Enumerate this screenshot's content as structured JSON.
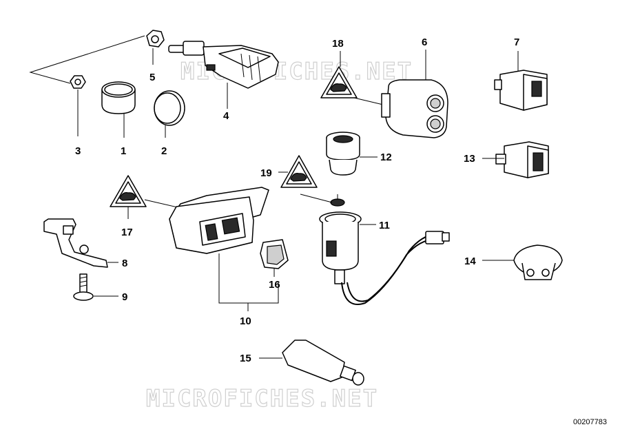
{
  "watermark": {
    "top": "MICROFICHES.NET",
    "bottom": "MICROFICHES.NET"
  },
  "diagram_ref": "00207783",
  "callouts": {
    "c1": "1",
    "c2": "2",
    "c3": "3",
    "c4": "4",
    "c5": "5",
    "c6": "6",
    "c7": "7",
    "c8": "8",
    "c9": "9",
    "c10": "10",
    "c11": "11",
    "c12": "12",
    "c13": "13",
    "c14": "14",
    "c15": "15",
    "c16": "16",
    "c17": "17",
    "c18": "18",
    "c19": "19"
  },
  "icons": [
    "hex-nut-icon",
    "cap-icon",
    "warning-triangle-icon",
    "switch-icon",
    "connector-icon",
    "socket-icon",
    "clip-icon",
    "screw-icon"
  ]
}
